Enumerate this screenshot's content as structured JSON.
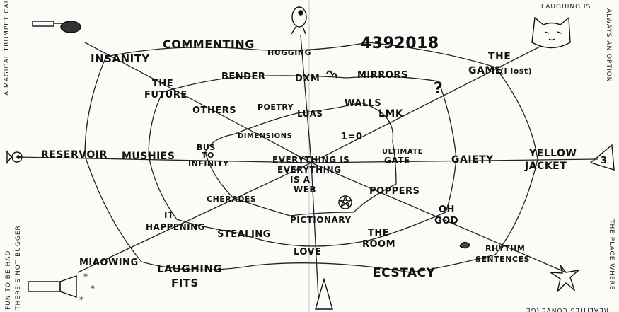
{
  "nodes": [
    {
      "id": "insanity",
      "text": "INSANITY"
    },
    {
      "id": "commenting",
      "text": "COMMENTING"
    },
    {
      "id": "hugging",
      "text": "HUGGING"
    },
    {
      "id": "num",
      "text": "4392018"
    },
    {
      "id": "thegame",
      "text": "THE"
    },
    {
      "id": "thegame2",
      "text": "GAME"
    },
    {
      "id": "ilost",
      "text": "(I lost)"
    },
    {
      "id": "future1",
      "text": "THE"
    },
    {
      "id": "future2",
      "text": "FUTURE"
    },
    {
      "id": "bender",
      "text": "BENDER"
    },
    {
      "id": "dxm",
      "text": "DXM"
    },
    {
      "id": "mirrors",
      "text": "MIRRORS"
    },
    {
      "id": "qmark",
      "text": "?"
    },
    {
      "id": "others",
      "text": "OTHERS"
    },
    {
      "id": "poetry",
      "text": "POETRY"
    },
    {
      "id": "luas",
      "text": "LUAS"
    },
    {
      "id": "walls",
      "text": "WALLS"
    },
    {
      "id": "lmk",
      "text": "LMK"
    },
    {
      "id": "dimensions",
      "text": "DIMENSIONS"
    },
    {
      "id": "ieq0",
      "text": "1=0"
    },
    {
      "id": "reservoir",
      "text": "RESERVOIR"
    },
    {
      "id": "mushies",
      "text": "MUSHIES"
    },
    {
      "id": "bus1",
      "text": "BUS"
    },
    {
      "id": "bus2",
      "text": "TO"
    },
    {
      "id": "bus3",
      "text": "INFINITY"
    },
    {
      "id": "ev1",
      "text": "EVERYTHING IS"
    },
    {
      "id": "ev2",
      "text": "EVERYTHING"
    },
    {
      "id": "ev3",
      "text": "IS A"
    },
    {
      "id": "ev4",
      "text": "WEB"
    },
    {
      "id": "ult1",
      "text": "ULTIMATE"
    },
    {
      "id": "ult2",
      "text": "GATE"
    },
    {
      "id": "gaiety",
      "text": "GAIETY"
    },
    {
      "id": "yj1",
      "text": "YELLOW"
    },
    {
      "id": "yj2",
      "text": "JACKET"
    },
    {
      "id": "cherades",
      "text": "CHERADES"
    },
    {
      "id": "poppers",
      "text": "POPPERS"
    },
    {
      "id": "ithap1",
      "text": "IT"
    },
    {
      "id": "ithap2",
      "text": "HAPPENING"
    },
    {
      "id": "ohgod1",
      "text": "OH"
    },
    {
      "id": "ohgod2",
      "text": "GOD"
    },
    {
      "id": "pictionary",
      "text": "PICTIONARY"
    },
    {
      "id": "stealing",
      "text": "STEALING"
    },
    {
      "id": "room1",
      "text": "THE"
    },
    {
      "id": "room2",
      "text": "ROOM"
    },
    {
      "id": "miaowing",
      "text": "MIAOWING"
    },
    {
      "id": "love",
      "text": "LOVE"
    },
    {
      "id": "rhythm1",
      "text": "RHYTHM"
    },
    {
      "id": "rhythm2",
      "text": "SENTENCES"
    },
    {
      "id": "lf1",
      "text": "LAUGHING"
    },
    {
      "id": "lf2",
      "text": "FITS"
    },
    {
      "id": "ecstacy",
      "text": "ECSTACY"
    },
    {
      "id": "three",
      "text": "3"
    }
  ],
  "margin_text": {
    "top_left": "A MAGICAL TRUMPET CALLED BILL",
    "top_right_1": "LAUGHING IS",
    "top_right_2": "ALWAYS AN OPTION",
    "bottom_left_1": "FUN TO BE HAD",
    "bottom_left_2": "THERE'S NOT BUGGER",
    "bottom_right_1": "THE PLACE WHERE",
    "bottom_right_2": "REALITIES CONVERGE"
  },
  "icons": {
    "trumpet": "trumpet-icon",
    "bird": "bird-icon",
    "cat": "cat-face-icon",
    "fish": "fish-icon",
    "triangle": "triangle-icon",
    "star_circle": "pentagram-icon",
    "hat": "wizard-hat-icon",
    "star_figure": "star-figure-icon",
    "trumpet2": "trumpet-with-stars-icon"
  }
}
